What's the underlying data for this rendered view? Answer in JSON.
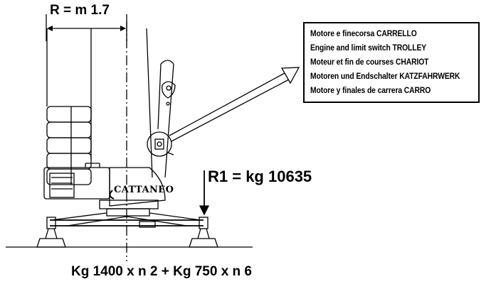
{
  "labels": {
    "radius": "R = m 1.7",
    "reaction": "R1 = kg 10635",
    "ballast": "Kg 1400 x n 2 + Kg 750 x n 6"
  },
  "legend": [
    "Motore e finecorsa CARRELLO",
    "Engine and limit switch TROLLEY",
    "Moteur et fin de courses CHARIOT",
    "Motoren und Endschalter KATZFAHRWERK",
    "Motore y finales de carrera CARRO"
  ],
  "logo": "CATTANEO",
  "colors": {
    "ink": "#000000",
    "background": "#ffffff"
  }
}
